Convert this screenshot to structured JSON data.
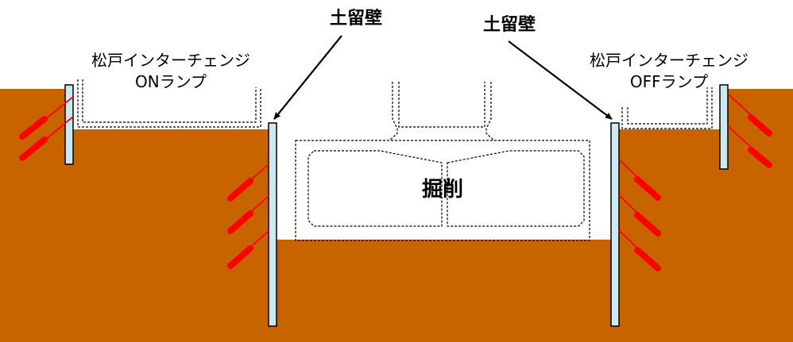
{
  "labels": {
    "ramp_on_line1": "松戸インターチェンジ",
    "ramp_on_line2": "ONランプ",
    "ramp_off_line1": "松戸インターチェンジ",
    "ramp_off_line2": "OFFランプ",
    "wall_left": "土留壁",
    "wall_right": "土留壁",
    "excavation": "掘削"
  },
  "colors": {
    "soil": "#c86400",
    "wall_fill": "#cce8f0",
    "wall_stroke": "#000000",
    "anchor": "#ff0000",
    "outline": "#000000",
    "background": "#ffffff"
  }
}
